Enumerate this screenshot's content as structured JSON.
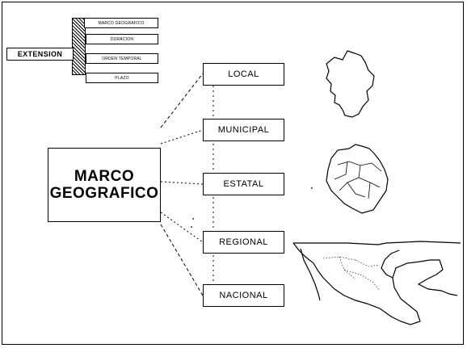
{
  "extension": {
    "label": "EXTENSION",
    "items": [
      "MARCO GEOGRAFICO",
      "DURACION",
      "ORDEN TEMPORAL",
      "PLAZO"
    ]
  },
  "main": {
    "title_line1": "MARCO",
    "title_line2": "GEOGRAFICO"
  },
  "levels": [
    "LOCAL",
    "MUNICIPAL",
    "ESTATAL",
    "REGIONAL",
    "NACIONAL"
  ]
}
